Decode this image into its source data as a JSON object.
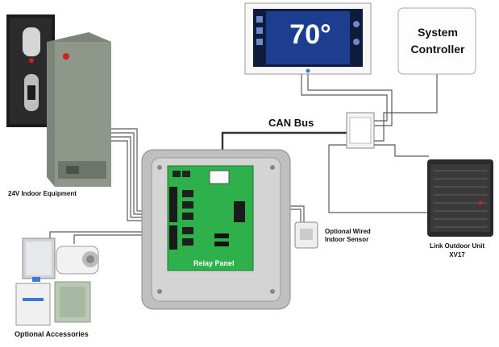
{
  "labels": {
    "indoor_equipment": "24V Indoor Equipment",
    "optional_accessories": "Optional Accessories",
    "can_bus": "CAN Bus",
    "sensor_line1": "Optional Wired",
    "sensor_line2": "Indoor Sensor",
    "outdoor_line1": "Link Outdoor Unit",
    "outdoor_line2": "XV17",
    "controller_line1": "System",
    "controller_line2": "Controller",
    "relay_panel": "Relay Panel",
    "thermostat_temp": "70°"
  },
  "colors": {
    "board_green": "#2eb04a",
    "thermostat_screen": "#1d3e8f",
    "wire": "#555555",
    "can_wire": "#333333",
    "indoor_unit": "#8c9488",
    "enclosure": "#c9c9c9"
  }
}
